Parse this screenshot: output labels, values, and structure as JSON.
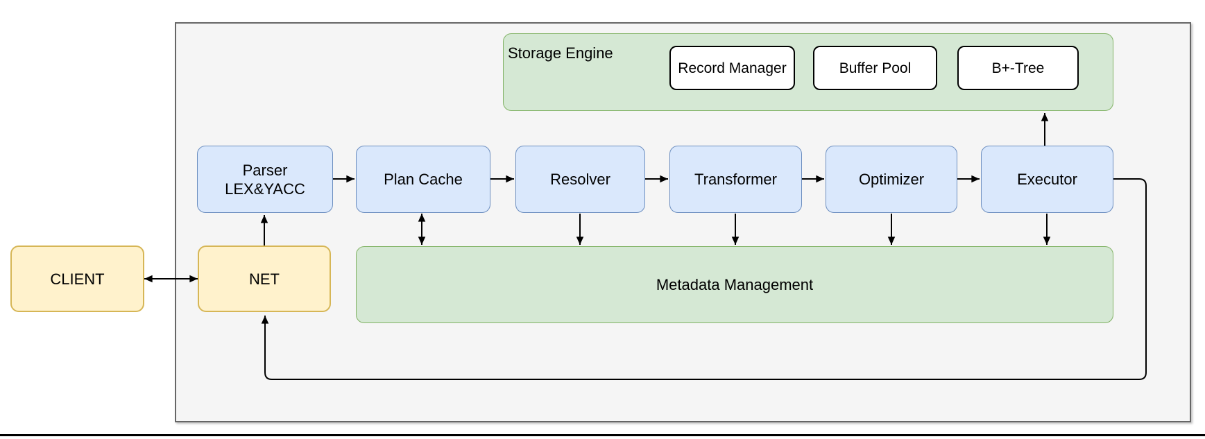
{
  "diagram": {
    "nodes": {
      "client": {
        "label": "CLIENT"
      },
      "net": {
        "label": "NET"
      },
      "parser": {
        "line1": "Parser",
        "line2": "LEX&YACC"
      },
      "plan_cache": {
        "label": "Plan Cache"
      },
      "resolver": {
        "label": "Resolver"
      },
      "transformer": {
        "label": "Transformer"
      },
      "optimizer": {
        "label": "Optimizer"
      },
      "executor": {
        "label": "Executor"
      },
      "storage_engine": {
        "label": "Storage Engine"
      },
      "record_manager": {
        "label": "Record Manager"
      },
      "buffer_pool": {
        "label": "Buffer Pool"
      },
      "bptree": {
        "label": "B+-Tree"
      },
      "metadata": {
        "label": "Metadata Management"
      }
    },
    "colors": {
      "yellow_fill": "#FFF2CC",
      "yellow_stroke": "#D6B656",
      "blue_fill": "#DAE8FC",
      "blue_stroke": "#6C8EBF",
      "green_fill": "#D5E8D4",
      "green_stroke": "#82B366",
      "white_fill": "#FFFFFF",
      "arrow_stroke": "#000000",
      "container_fill": "#F5F5F5",
      "container_stroke": "#666666"
    }
  }
}
